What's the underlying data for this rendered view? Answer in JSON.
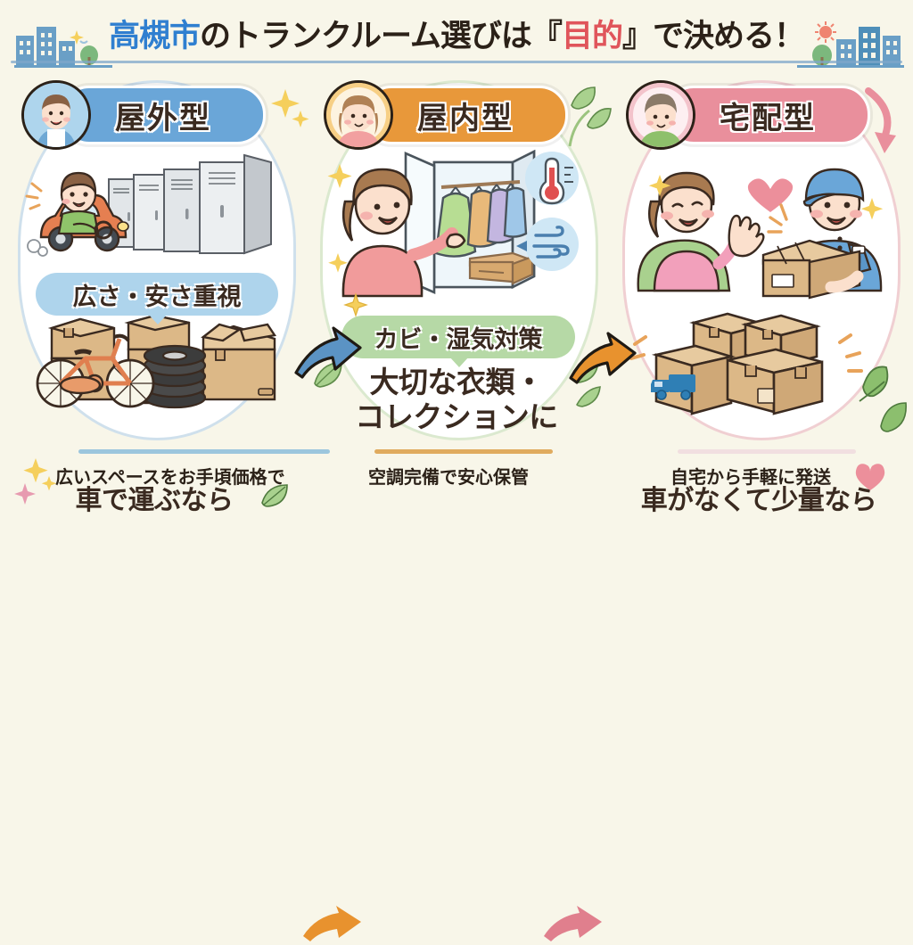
{
  "header": {
    "title_full": "高槻市のトランクルーム選びは『目的』で決める！",
    "part_city": "高槻市",
    "part_mid": "のトランクルーム選びは『",
    "part_highlight": "目的",
    "part_end": "』で決める！",
    "accent_blue": "#2f7fd0",
    "accent_red": "#e0555b",
    "text_dark": "#2b2118",
    "underline_color": "#7fa7c9"
  },
  "background_color": "#f8f6e9",
  "columns": [
    {
      "id": "outdoor",
      "badge_label": "屋外型",
      "badge_color": "#6aa6d8",
      "avatar_color": "#aed5ed",
      "avatar_name": "man-avatar",
      "tag_label": "広さ・安さ重視",
      "tag_color": "#aed4ec",
      "headline": "車で運ぶなら",
      "illustration_top": "man-driving-car-past-outdoor-storage-units",
      "illustration_bottom": "bicycle-cardboard-boxes-tires",
      "footer_caption": "広いスペースをお手頃価格で",
      "footer_bar_color": "#9cc6dd",
      "frame_color": "#cfe0ec"
    },
    {
      "id": "indoor",
      "badge_label": "屋内型",
      "badge_color": "#e8983a",
      "avatar_color": "#f7cf85",
      "avatar_name": "woman-avatar",
      "tag_label": "カビ・湿気対策",
      "tag_color": "#b6d9a6",
      "headline_line1": "大切な衣類・",
      "headline_line2": "コレクションに",
      "illustration_top": "woman-at-climate-controlled-closet-with-thermometer-and-airflow-icons",
      "footer_caption": "空調完備で安心保管",
      "footer_bar_color": "#e0ab5e",
      "frame_color": "#dbe9cf"
    },
    {
      "id": "delivery",
      "badge_label": "宅配型",
      "badge_color": "#e98f9c",
      "avatar_color": "#f3c3cb",
      "avatar_name": "person-avatar",
      "tag_label": "",
      "headline": "車がなくて少量なら",
      "illustration_top": "woman-waving-to-delivery-staff-holding-box",
      "illustration_bottom": "stacked-cardboard-boxes-with-truck-icon",
      "footer_caption": "自宅から手軽に発送",
      "footer_bar_color": "#f1dfe0",
      "frame_color": "#f0cfd2"
    }
  ],
  "arrows": [
    {
      "name": "arrow-outdoor-to-indoor",
      "color": "#5b93c4",
      "direction": "right"
    },
    {
      "name": "arrow-indoor-to-delivery",
      "color": "#e8922e",
      "direction": "right"
    },
    {
      "name": "arrow-footer-1",
      "color": "#e8922e",
      "direction": "right"
    },
    {
      "name": "arrow-footer-2",
      "color": "#e07f8d",
      "direction": "right"
    },
    {
      "name": "arrow-curve-delivery",
      "color": "#e98f9c",
      "direction": "down"
    }
  ],
  "decorations": {
    "sparkle_color": "#f5cf5c",
    "leaf_color": "#8cbf6e",
    "heart_color": "#ec8f9b",
    "sun_color": "#ef8470",
    "building_color": "#6a9fc6",
    "tree_color": "#7cb87d"
  }
}
